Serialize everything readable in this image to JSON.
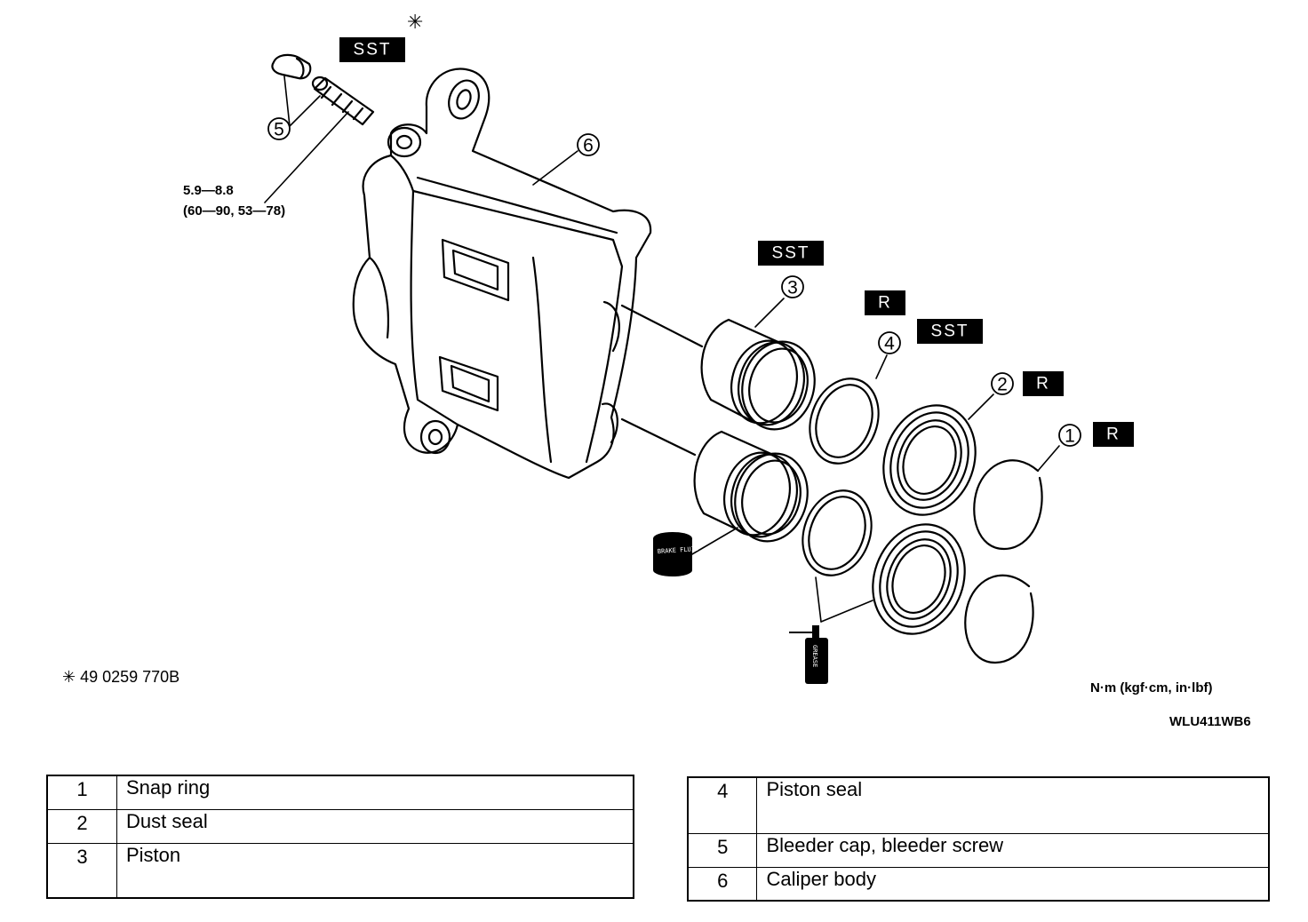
{
  "tags": {
    "sst": "SST",
    "r": "R"
  },
  "callouts": {
    "c1": "1",
    "c2": "2",
    "c3": "3",
    "c4": "4",
    "c5": "5",
    "c6": "6"
  },
  "torque": {
    "line1": "5.9—8.8",
    "line2": "(60—90, 53—78)"
  },
  "asterisk_mark": "✳",
  "sst_number": "✳ 49 0259 770B",
  "units_note": "N·m (kgf·cm, in·lbf)",
  "figure_code": "WLU411WB6",
  "brake_fluid_label": "BRAKE FLUID",
  "grease_label": "GREASE",
  "parts_left": [
    {
      "no": "1",
      "name": "Snap ring"
    },
    {
      "no": "2",
      "name": "Dust seal"
    },
    {
      "no": "3",
      "name": "Piston"
    }
  ],
  "parts_right": [
    {
      "no": "4",
      "name": "Piston seal"
    },
    {
      "no": "5",
      "name": "Bleeder cap, bleeder screw"
    },
    {
      "no": "6",
      "name": "Caliper body"
    }
  ]
}
